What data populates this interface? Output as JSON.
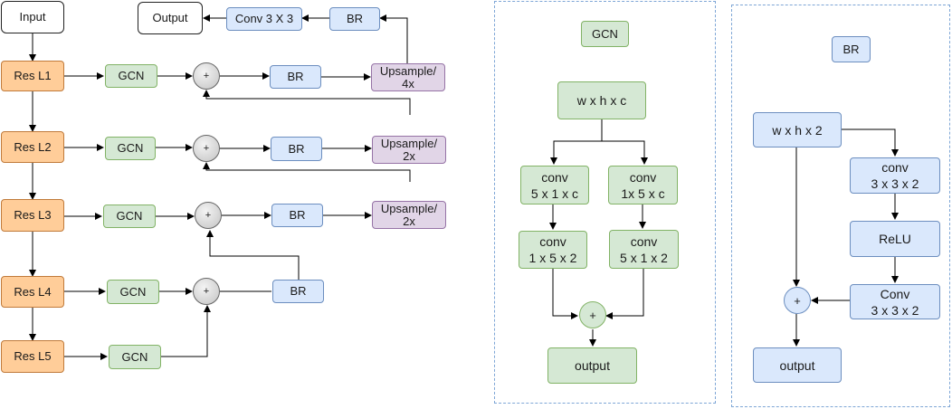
{
  "main": {
    "input": "Input",
    "output": "Output",
    "res_l1": "Res L1",
    "res_l2": "Res L2",
    "res_l3": "Res L3",
    "res_l4": "Res L4",
    "res_l5": "Res L5",
    "gcn": "GCN",
    "br": "BR",
    "sum": "+",
    "conv3x3": "Conv 3 X 3",
    "upsample_4x": [
      "Upsample/",
      "4x"
    ],
    "upsample_2x": [
      "Upsample/",
      "2x"
    ]
  },
  "gcn_panel": {
    "title": "GCN",
    "input": "w x h x c",
    "left_conv1": [
      "conv",
      "5 x 1 x c"
    ],
    "right_conv1": [
      "conv",
      "1x 5 x c"
    ],
    "left_conv2": [
      "conv",
      "1 x 5 x 2"
    ],
    "right_conv2": [
      "conv",
      "5 x 1 x 2"
    ],
    "sum": "+",
    "output": "output"
  },
  "br_panel": {
    "title": "BR",
    "input": "w x h x 2",
    "conv1": [
      "conv",
      "3 x 3 x 2"
    ],
    "relu": "ReLU",
    "conv2": [
      "Conv",
      "3 x 3 x 2"
    ],
    "sum": "+",
    "output": "output"
  },
  "colors": {
    "res_block": "#ffcd99",
    "gcn_block": "#d5e8d4",
    "br_block": "#dae8fc",
    "upsample_block": "#e1d5e7",
    "panel_border": "#7ea6d6",
    "arrow": "#000000"
  }
}
